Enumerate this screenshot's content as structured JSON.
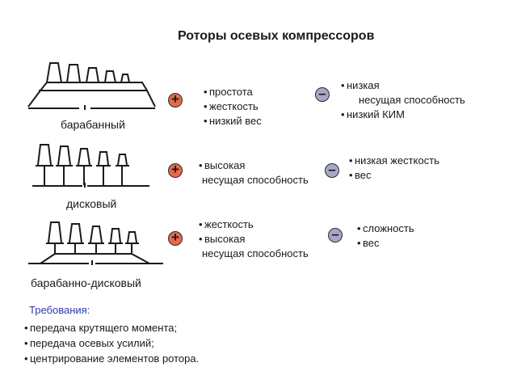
{
  "title": "Роторы осевых компрессоров",
  "rows": [
    {
      "name": "барабанный",
      "plus_sign": "+",
      "minus_sign": "–",
      "pros": [
        "простота",
        "жесткость",
        "низкий вес"
      ],
      "cons": [
        {
          "text": "низкая",
          "bullet": true
        },
        {
          "text": "несущая способность",
          "bullet": false
        },
        {
          "text": "низкий КИМ",
          "bullet": true
        }
      ]
    },
    {
      "name": "дисковый",
      "plus_sign": "+",
      "minus_sign": "–",
      "pros": [
        {
          "text": "высокая",
          "bullet": true
        },
        {
          "text": "несущая способность",
          "bullet": false
        }
      ],
      "cons": [
        "низкая жесткость",
        "вес"
      ]
    },
    {
      "name": "барабанно-дисковый",
      "plus_sign": "+",
      "minus_sign": "–",
      "pros": [
        {
          "text": "жесткость",
          "bullet": true
        },
        {
          "text": "высокая",
          "bullet": true
        },
        {
          "text": "несущая способность",
          "bullet": false
        }
      ],
      "cons": [
        "сложность",
        "вес"
      ]
    }
  ],
  "requirements": {
    "title": "Требования:",
    "items": [
      "передача крутящего момента;",
      "передача осевых усилий;",
      "центрирование элементов ротора."
    ]
  },
  "colors": {
    "plus": "#e46a4a",
    "minus": "#a7a7c9",
    "requirements_title": "#2b3aa8"
  }
}
